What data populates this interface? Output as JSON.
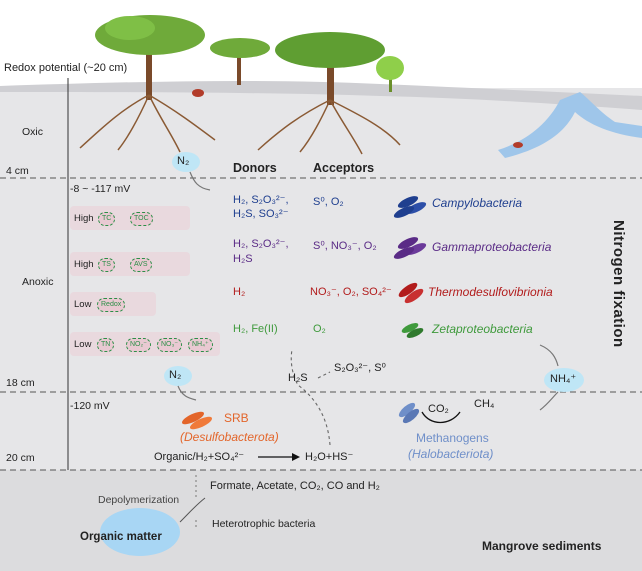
{
  "surface": {
    "redox_label": "Redox potential (~20 cm)"
  },
  "zones": {
    "oxic": "Oxic",
    "anoxic": "Anoxic",
    "depth_4": "4 cm",
    "depth_18": "18 cm",
    "depth_20": "20 cm",
    "redox_upper": "-8 ~ -117 mV",
    "redox_lower": "-120 mV"
  },
  "columns": {
    "donors": "Donors",
    "acceptors": "Acceptors"
  },
  "gases": {
    "n2_top": "N₂",
    "n2_mid": "N₂",
    "nh4": "NH₄⁺"
  },
  "conditions": [
    {
      "level": "High",
      "chips": [
        "TC",
        "TOC"
      ]
    },
    {
      "level": "High",
      "chips": [
        "TS",
        "AVS"
      ]
    },
    {
      "level": "Low",
      "chips": [
        "Redox"
      ]
    },
    {
      "level": "Low",
      "chips": [
        "TN",
        "NO₂⁻",
        "NO₃⁻",
        "NH₄⁺"
      ]
    }
  ],
  "taxa_rows": [
    {
      "donors_line1": "H₂, S₂O₃²⁻,",
      "donors_line2": "H₂S, SO₃²⁻",
      "acceptors": "S⁰, O₂",
      "taxon": "Campylobacteria",
      "color": "#1f3f8f"
    },
    {
      "donors_line1": "H₂, S₂O₃²⁻,",
      "donors_line2": "H₂S",
      "acceptors": "S⁰, NO₃⁻, O₂",
      "taxon": "Gammaproteobacteria",
      "color": "#5a2b86"
    },
    {
      "donors_line1": "H₂",
      "donors_line2": "",
      "acceptors": "NO₃⁻, O₂, SO₄²⁻",
      "taxon": "Thermodesulfovibrionia",
      "color": "#b21c1c"
    },
    {
      "donors_line1": "H₂, Fe(II)",
      "donors_line2": "",
      "acceptors": "O₂",
      "taxon": "Zetaproteobacteria",
      "color": "#3f9a3c"
    }
  ],
  "sulfur": {
    "h2s": "H₂S",
    "products": "S₂O₃²⁻, S⁰"
  },
  "srb": {
    "name": "SRB",
    "phylum": "(Desulfobacterota)",
    "color": "#e3652a"
  },
  "methanogens": {
    "name": "Methanogens",
    "phylum": "(Halobacteriota)",
    "co2": "CO₂",
    "ch4": "CH₄",
    "color": "#6f8fc9"
  },
  "reaction": {
    "left": "Organic/H₂+SO₄²⁻",
    "right": "H₂O+HS⁻"
  },
  "degradation": {
    "depolymerization": "Depolymerization",
    "products": "Formate, Acetate, CO₂, CO and H₂",
    "heterotrophic": "Heterotrophic bacteria",
    "organic_matter": "Organic matter"
  },
  "side_label": "Nitrogen fixation",
  "footer": "Mangrove sediments"
}
